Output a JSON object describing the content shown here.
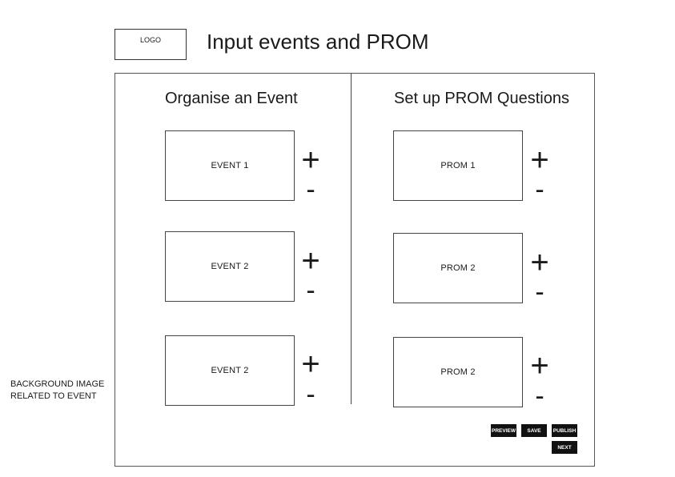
{
  "header": {
    "logo_label": "LOGO",
    "title": "Input events and PROM"
  },
  "events_column": {
    "heading": "Organise an Event",
    "items": [
      {
        "label": "EVENT 1"
      },
      {
        "label": "EVENT 2"
      },
      {
        "label": "EVENT 2"
      }
    ]
  },
  "prom_column": {
    "heading": "Set up PROM Questions",
    "items": [
      {
        "label": "PROM 1"
      },
      {
        "label": "PROM 2"
      },
      {
        "label": "PROM 2"
      }
    ]
  },
  "controls": {
    "add_symbol": "+",
    "remove_symbol": "-"
  },
  "background_note": {
    "line1": "BACKGROUND IMAGE",
    "line2": "RELATED TO EVENT"
  },
  "actions": {
    "preview": "PREVIEW",
    "save": "SAVE",
    "publish": "PUBLISH",
    "next": "NEXT"
  }
}
